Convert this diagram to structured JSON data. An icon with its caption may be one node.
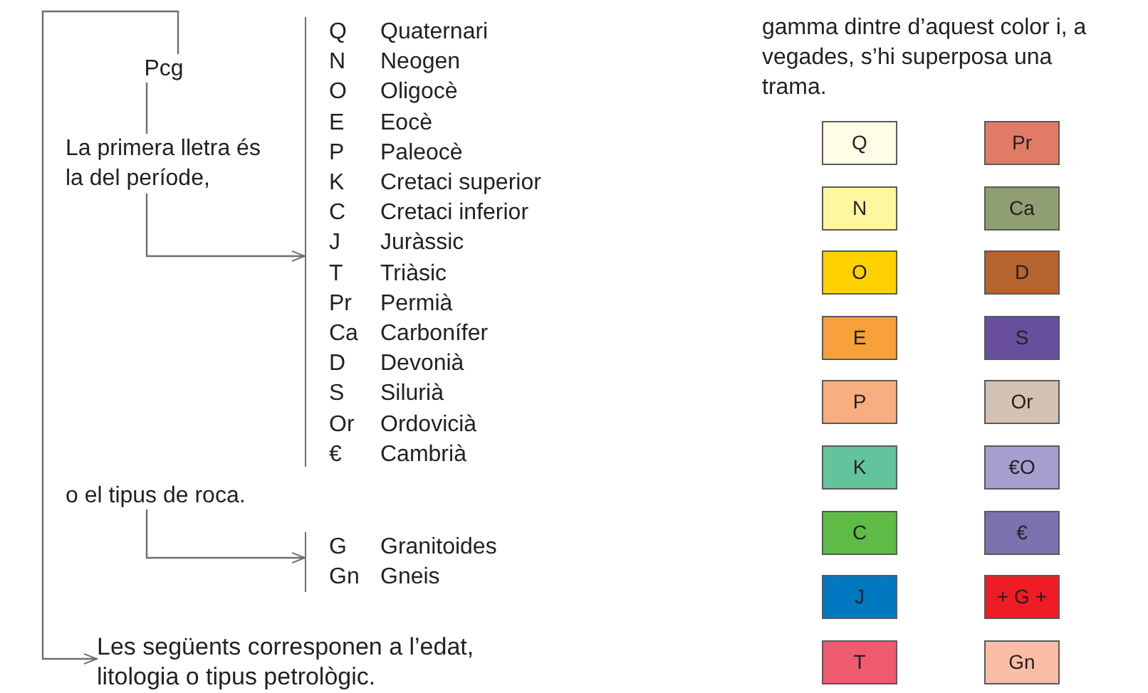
{
  "diagram": {
    "nodes": [
      {
        "text": [
          "Pcg"
        ]
      },
      {
        "text": [
          "La primera lletra és la del període,"
        ]
      },
      {
        "text": [
          "Q",
          "Quaternari",
          "N",
          "Neogen",
          "O",
          "Oligocè",
          "E",
          "Eocè",
          "P",
          "Paleocè",
          "K",
          "Cretaci superior",
          "C",
          "Cretaci inferior",
          "J",
          "Juràssic",
          "T",
          "Triàsic",
          "Pr",
          "Permià",
          "Ca",
          "Carbonífer",
          "D",
          "Devonià",
          "S",
          "Silurià",
          "Or",
          "Ordovicià",
          "€",
          "Cambrià"
        ]
      },
      {
        "text": [
          "o el tipus de roca."
        ]
      },
      {
        "text": [
          "G",
          "Granitoides",
          "Gn",
          "Gneis"
        ]
      },
      {
        "text": [
          "Les següents corresponen a l’edat, litologia o tipus petrològic."
        ]
      }
    ],
    "edges": [
      {
        "from": 0,
        "to": 5,
        "arrow": "to"
      },
      {
        "from": 0,
        "to": 1,
        "arrow": "none"
      },
      {
        "from": 1,
        "to": 2,
        "arrow": "to"
      },
      {
        "from": 3,
        "to": 4,
        "arrow": "to"
      }
    ],
    "labels": [
      "gamma dintre d’aquest color i, a vegades, s’hi superposa una trama."
    ],
    "legend": [
      {
        "text": "Q",
        "color": "#fffde6"
      },
      {
        "text": "Pr",
        "color": "#e07b66"
      },
      {
        "text": "N",
        "color": "#fff7a0"
      },
      {
        "text": "Ca",
        "color": "#8f9f72"
      },
      {
        "text": "O",
        "color": "#ffd100"
      },
      {
        "text": "D",
        "color": "#b5632f"
      },
      {
        "text": "E",
        "color": "#f8a03c"
      },
      {
        "text": "S",
        "color": "#674f9e"
      },
      {
        "text": "P",
        "color": "#f8ae80"
      },
      {
        "text": "Or",
        "color": "#d3c2b3"
      },
      {
        "text": "K",
        "color": "#62c49d"
      },
      {
        "text": "€O",
        "color": "#a59fcf"
      },
      {
        "text": "C",
        "color": "#5dbb46"
      },
      {
        "text": "€",
        "color": "#7b72ad"
      },
      {
        "text": "J",
        "color": "#0079c1"
      },
      {
        "text": "+ G +",
        "color": "#ee1c25"
      },
      {
        "text": "T",
        "color": "#ee5a70"
      },
      {
        "text": "Gn",
        "color": "#f9bea5"
      }
    ]
  }
}
